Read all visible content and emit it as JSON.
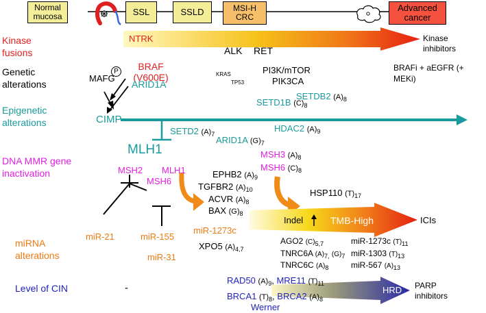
{
  "stages": {
    "normal": "Normal mucosa",
    "ssl": "SSL",
    "ssld": "SSLD",
    "msih": "MSI-H CRC",
    "advanced": "Advanced cancer"
  },
  "rows": {
    "kinase": "Kinase fusions",
    "genetic": "Genetic alterations",
    "epigenetic": "Epigenetic alterations",
    "mmr": "DNA MMR gene inactivation",
    "mirna": "miRNA alterations",
    "cin": "Level of CIN"
  },
  "kinase": {
    "ntrk": "NTRK",
    "alk": "ALK",
    "ret": "RET",
    "therapy": "Kinase inhibitors"
  },
  "genetic": {
    "braf": "BRAF (V600E)",
    "mafg": "MAFG",
    "p": "P",
    "kras": "KRAS",
    "tp53": "TP53",
    "pi3k": "PI3K/mTOR",
    "pik3ca": "PIK3CA",
    "therapy": "BRAFi + aEGFR (+ MEKi)"
  },
  "epigenetic": {
    "arid1a": "ARID1A",
    "cimp": "CIMP",
    "mlh1": "MLH1",
    "setd2": "SETD2",
    "setd2_m": "(A)",
    "setd2_s": "7",
    "arid1a2": "ARID1A",
    "arid1a2_m": "(G)",
    "arid1a2_s": "7",
    "hdac2": "HDAC2",
    "hdac2_m": "(A)",
    "hdac2_s": "9",
    "setd1b": "SETD1B",
    "setd1b_m": "(C)",
    "setd1b_s": "8",
    "setdb2": "SETDB2",
    "setdb2_m": "(A)",
    "setdb2_s": "8"
  },
  "mmr": {
    "msh2": "MSH2",
    "mlh1": "MLH1",
    "msh6": "MSH6",
    "msh3": "MSH3",
    "msh3_m": "(A)",
    "msh3_s": "8",
    "msh6b": "MSH6",
    "msh6b_m": "(C)",
    "msh6b_s": "8",
    "ephb2": "EPHB2",
    "ephb2_m": "(A)",
    "ephb2_s": "9",
    "tgfbr2": "TGFBR2",
    "tgfbr2_m": "(A)",
    "tgfbr2_s": "10",
    "acvr": "ACVR",
    "acvr_m": "(A)",
    "acvr_s": "8",
    "bax": "BAX",
    "bax_m": "(G)",
    "bax_s": "8",
    "hsp110": "HSP110",
    "hsp110_m": "(T)",
    "hsp110_s": "17",
    "indel": "Indel",
    "tmb": "TMB-High",
    "therapy": "ICIs"
  },
  "mirna": {
    "mir21": "miR-21",
    "mir155": "miR-155",
    "mir31": "miR-31",
    "mir1273c": "miR-1273c",
    "xpo5": "XPO5",
    "xpo5_m": "(A)",
    "xpo5_s": "4,7",
    "ago2": "AGO2",
    "ago2_m": "(C)",
    "ago2_s": "5,7",
    "tnrc6a": "TNRC6A",
    "tnrc6a_m": "(A)",
    "tnrc6a_s": "7,",
    "tnrc6a_m2": "(G)",
    "tnrc6a_s2": "7",
    "tnrc6c": "TNRC6C",
    "tnrc6c_m": "(A)",
    "tnrc6c_s": "8",
    "mir1273c2": "miR-1273c",
    "mir1273c2_m": "(T)",
    "mir1273c2_s": "11",
    "mir1303": "miR-1303",
    "mir1303_m": "(T)",
    "mir1303_s": "13",
    "mir567": "miR-567",
    "mir567_m": "(A)",
    "mir567_s": "13"
  },
  "cin": {
    "dash": "-",
    "rad50": "RAD50",
    "rad50_m": "(A)",
    "rad50_s": "9",
    "mre11": "MRE11",
    "mre11_m": "(T)",
    "mre11_s": "11",
    "brca1": "BRCA1",
    "brca1_m": "(T)",
    "brca1_s": "8",
    "brca2": "BRCA2",
    "brca2_m": "(A)",
    "brca2_s": "8",
    "werner": "Werner",
    "hrd": "HRD",
    "therapy": "PARP inhibitors"
  },
  "colors": {
    "red": "#e02020",
    "teal": "#1a9a9c",
    "magenta": "#e020e0",
    "orange": "#ee7a12",
    "blue": "#2222bb"
  }
}
